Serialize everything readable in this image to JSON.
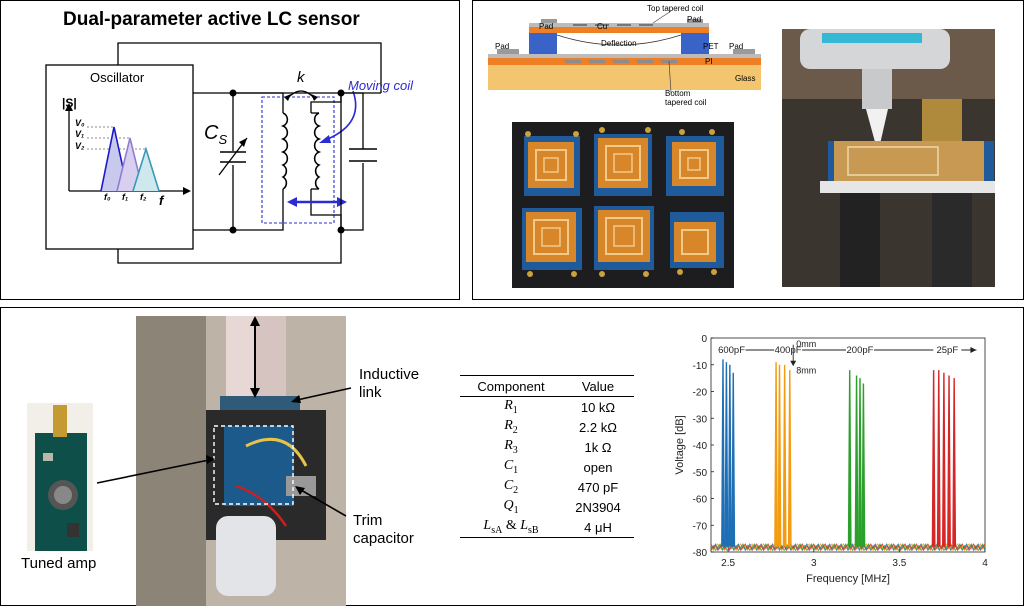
{
  "panel_a": {
    "title": "Dual-parameter active LC sensor",
    "oscillator_label": "Oscillator",
    "moving_coil_label": "Moving coil",
    "coupling_label": "k",
    "capacitor_label": "C",
    "capacitor_subscript": "S",
    "spectrum": {
      "y_label": "|S|",
      "x_label": "f",
      "level_labels": [
        "V₀",
        "V₁",
        "V₂"
      ],
      "freq_labels": [
        "f₀",
        "f₁",
        "f₂"
      ]
    }
  },
  "panel_b": {
    "cross_section": {
      "labels": {
        "top_coil": "Top tapered coil",
        "pad_left_top": "Pad",
        "cu": "Cu",
        "pad_right_top": "Pad",
        "deflection": "Deflection",
        "pet": "PET",
        "pad_left": "Pad",
        "pad_right": "Pad",
        "pi": "PI",
        "glass": "Glass",
        "bottom_coil": "Bottom\ntapered coil"
      }
    },
    "sample_photo_alt": "Six fabricated LC sensor samples",
    "setup_photo_alt": "Sensor under compression tester"
  },
  "panel_c": {
    "photo_labels": {
      "inductive_link": "Inductive\nlink",
      "trim_capacitor": "Trim\ncapacitor",
      "tuned_amp": "Tuned amp"
    },
    "table": {
      "headers": [
        "Component",
        "Value"
      ],
      "rows": [
        {
          "sym": "R",
          "sub": "1",
          "sym2": "",
          "sub2": "",
          "value": "10 kΩ"
        },
        {
          "sym": "R",
          "sub": "2",
          "sym2": "",
          "sub2": "",
          "value": "2.2 kΩ"
        },
        {
          "sym": "R",
          "sub": "3",
          "sym2": "",
          "sub2": "",
          "value": "1k Ω"
        },
        {
          "sym": "C",
          "sub": "1",
          "sym2": "",
          "sub2": "",
          "value": "open"
        },
        {
          "sym": "C",
          "sub": "2",
          "sym2": "",
          "sub2": "",
          "value": "470 pF"
        },
        {
          "sym": "Q",
          "sub": "1",
          "sym2": "",
          "sub2": "",
          "value": "2N3904"
        },
        {
          "sym": "L",
          "sub": "sA",
          "sym2": "L",
          "sub2": "sB",
          "value": "4 μH"
        }
      ]
    }
  },
  "chart_data": {
    "type": "line",
    "title": "",
    "xlabel": "Frequency [MHz]",
    "ylabel": "Voltage [dB]",
    "xlim": [
      2.4,
      4.0
    ],
    "ylim": [
      -80,
      0
    ],
    "xticks": [
      2.5,
      3,
      3.5,
      4
    ],
    "yticks": [
      0,
      -10,
      -20,
      -30,
      -40,
      -50,
      -60,
      -70,
      -80
    ],
    "xtick_labels": [
      "2.5",
      "3",
      "3.5",
      "4"
    ],
    "ytick_labels": [
      "0",
      "-10",
      "-20",
      "-30",
      "-40",
      "-50",
      "-60",
      "-70",
      "-80"
    ],
    "noise_floor_db": -78,
    "capacitance_labels": [
      "600pF",
      "400pF",
      "200pF",
      "25pF"
    ],
    "displacement_labels": [
      "0mm",
      "8mm"
    ],
    "series": [
      {
        "name": "600pF",
        "color": "#1f6fb5",
        "peaks": [
          {
            "f": 2.47,
            "db": -8
          },
          {
            "f": 2.49,
            "db": -9
          },
          {
            "f": 2.51,
            "db": -10
          },
          {
            "f": 2.53,
            "db": -13
          }
        ]
      },
      {
        "name": "400pF",
        "color": "#f39c12",
        "peaks": [
          {
            "f": 2.78,
            "db": -9
          },
          {
            "f": 2.8,
            "db": -10
          },
          {
            "f": 2.83,
            "db": -10
          },
          {
            "f": 2.86,
            "db": -12
          }
        ]
      },
      {
        "name": "200pF",
        "color": "#2ca02c",
        "peaks": [
          {
            "f": 3.21,
            "db": -12
          },
          {
            "f": 3.25,
            "db": -14
          },
          {
            "f": 3.27,
            "db": -15
          },
          {
            "f": 3.29,
            "db": -17
          }
        ]
      },
      {
        "name": "25pF",
        "color": "#d62728",
        "peaks": [
          {
            "f": 3.7,
            "db": -12
          },
          {
            "f": 3.73,
            "db": -12
          },
          {
            "f": 3.76,
            "db": -13
          },
          {
            "f": 3.79,
            "db": -14
          },
          {
            "f": 3.82,
            "db": -15
          }
        ]
      }
    ]
  }
}
